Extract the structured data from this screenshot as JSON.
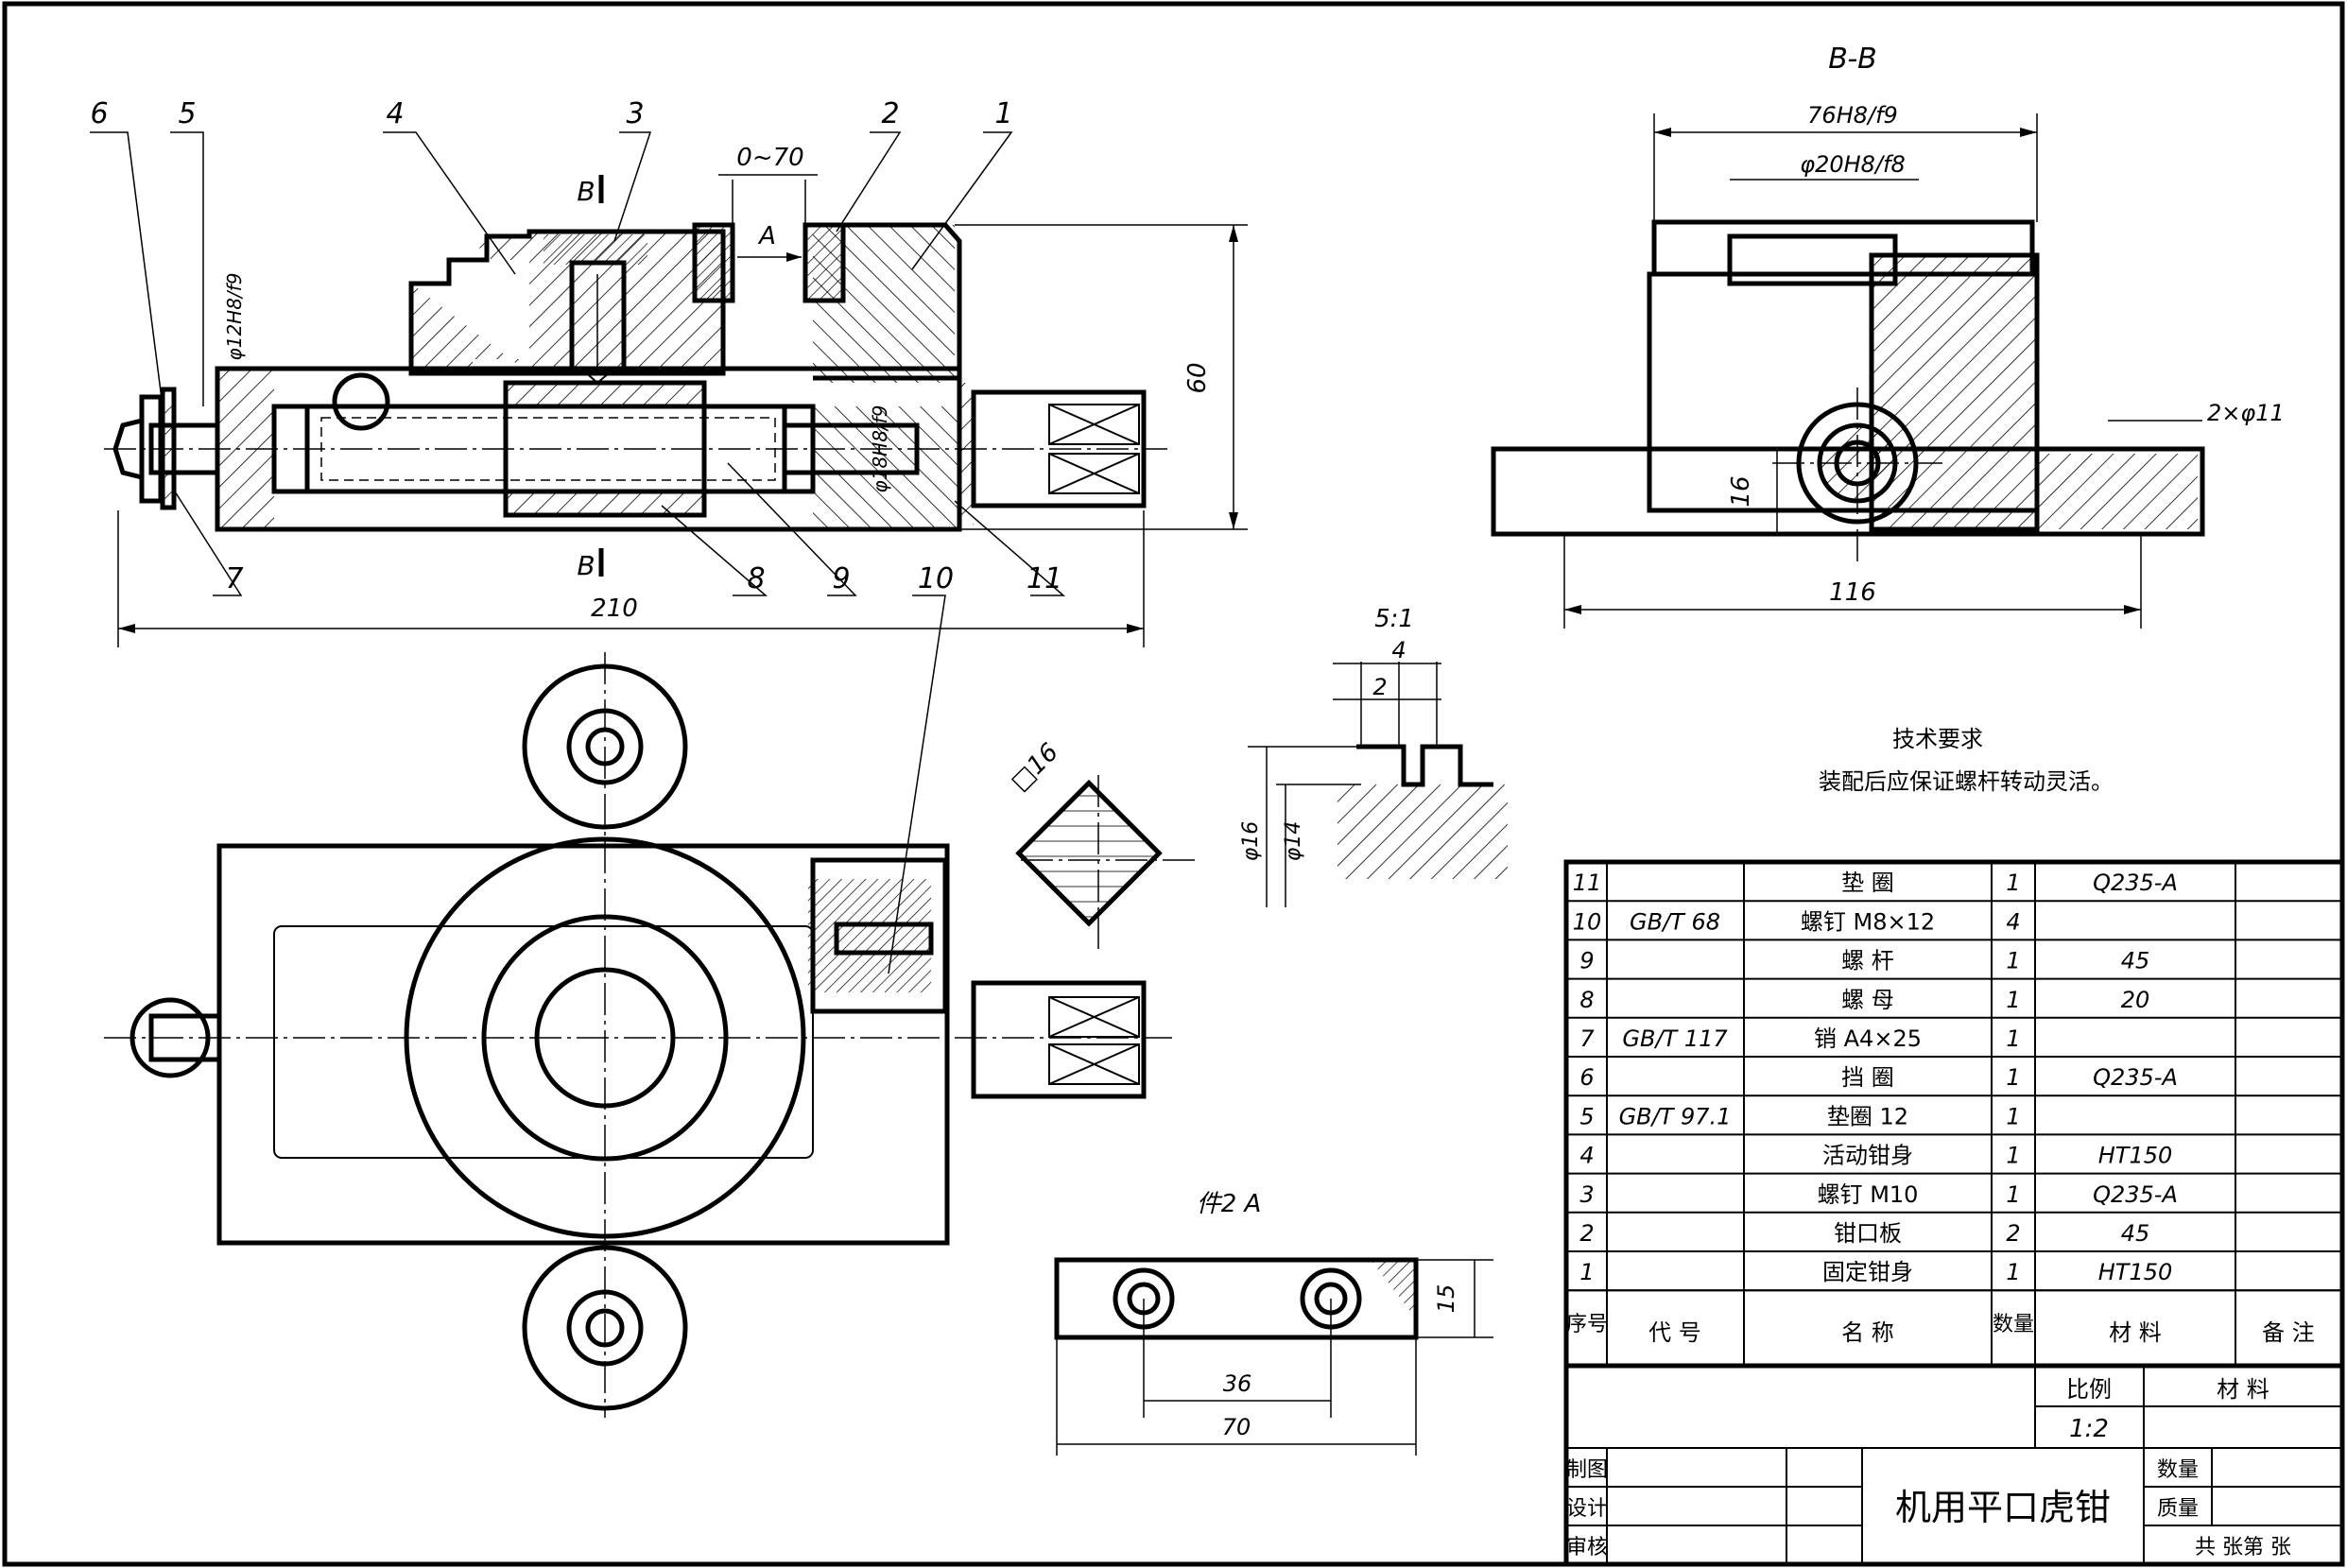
{
  "section_label": "B-B",
  "section_marks": [
    "B",
    "B"
  ],
  "detail_scale": "5:1",
  "part_view_label": "件2 A",
  "view_arrow": "A",
  "balloons": [
    "1",
    "2",
    "3",
    "4",
    "5",
    "6",
    "7",
    "8",
    "9",
    "10",
    "11"
  ],
  "dims": {
    "overall_length": "210",
    "height": "60",
    "stroke": "0~70",
    "width_fit": "76H8/f9",
    "bore_fit": "φ20H8/f8",
    "pin_fit": "φ12H8/f9",
    "screw_fit": "φ18H8/f9",
    "base_width": "116",
    "base_height": "16",
    "holes": "2×φ11",
    "square": "□16",
    "thread_d1": "φ16",
    "thread_d2": "φ14",
    "pitch4": "4",
    "pitch2": "2",
    "plate_height": "15",
    "plate_holes": "36",
    "plate_length": "70"
  },
  "tech_req": {
    "title": "技术要求",
    "text": "装配后应保证螺杆转动灵活。"
  },
  "bom": {
    "rows": [
      {
        "no": "11",
        "code": "",
        "name": "垫  圈",
        "qty": "1",
        "material": "Q235-A",
        "note": ""
      },
      {
        "no": "10",
        "code": "GB/T 68",
        "name": "螺钉 M8×12",
        "qty": "4",
        "material": "",
        "note": ""
      },
      {
        "no": "9",
        "code": "",
        "name": "螺  杆",
        "qty": "1",
        "material": "45",
        "note": ""
      },
      {
        "no": "8",
        "code": "",
        "name": "螺  母",
        "qty": "1",
        "material": "20",
        "note": ""
      },
      {
        "no": "7",
        "code": "GB/T 117",
        "name": "销 A4×25",
        "qty": "1",
        "material": "",
        "note": ""
      },
      {
        "no": "6",
        "code": "",
        "name": "挡  圈",
        "qty": "1",
        "material": "Q235-A",
        "note": ""
      },
      {
        "no": "5",
        "code": "GB/T 97.1",
        "name": "垫圈 12",
        "qty": "1",
        "material": "",
        "note": ""
      },
      {
        "no": "4",
        "code": "",
        "name": "活动钳身",
        "qty": "1",
        "material": "HT150",
        "note": ""
      },
      {
        "no": "3",
        "code": "",
        "name": "螺钉 M10",
        "qty": "1",
        "material": "Q235-A",
        "note": ""
      },
      {
        "no": "2",
        "code": "",
        "name": "钳口板",
        "qty": "2",
        "material": "45",
        "note": ""
      },
      {
        "no": "1",
        "code": "",
        "name": "固定钳身",
        "qty": "1",
        "material": "HT150",
        "note": ""
      }
    ],
    "headers": {
      "no": "序号",
      "code": "代  号",
      "name": "名  称",
      "qty": "数量",
      "material": "材  料",
      "note": "备  注"
    }
  },
  "title_block": {
    "title": "机用平口虎钳",
    "scale_label": "比例",
    "scale": "1:2",
    "material_label": "材  料",
    "drawn": "制图",
    "design": "设计",
    "check": "审核",
    "qty_label": "数量",
    "mass_label": "质量",
    "sheets": "共    张第    张"
  }
}
